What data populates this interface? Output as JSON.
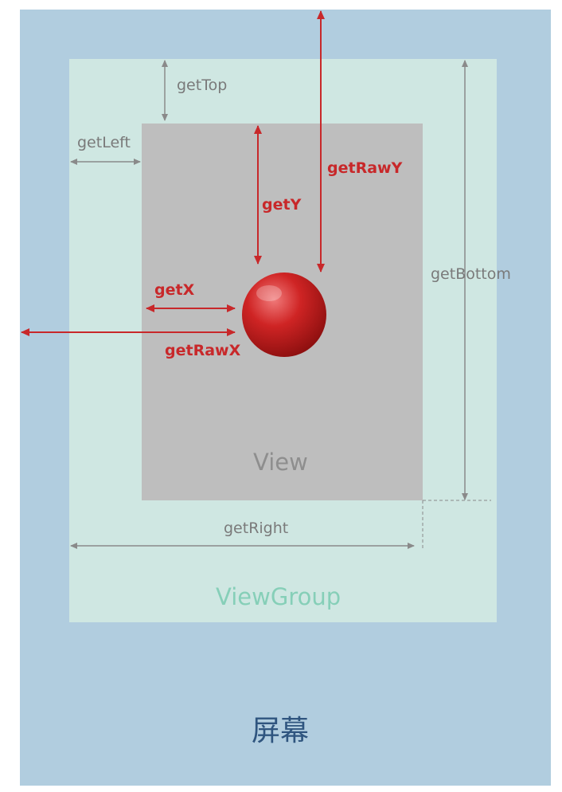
{
  "labels": {
    "view": "View",
    "viewgroup": "ViewGroup",
    "screen": "屏幕",
    "getTop": "getTop",
    "getLeft": "getLeft",
    "getBottom": "getBottom",
    "getRight": "getRight",
    "getY": "getY",
    "getRawY": "getRawY",
    "getX": "getX",
    "getRawX": "getRawX"
  },
  "colors": {
    "screen": "#b1cddf",
    "viewgroup": "#cfe7e2",
    "view": "#bebebe",
    "measure_arrow": "#8a8a8a",
    "touch_arrow": "#c8282a",
    "touch_point": "#c41f1f"
  }
}
